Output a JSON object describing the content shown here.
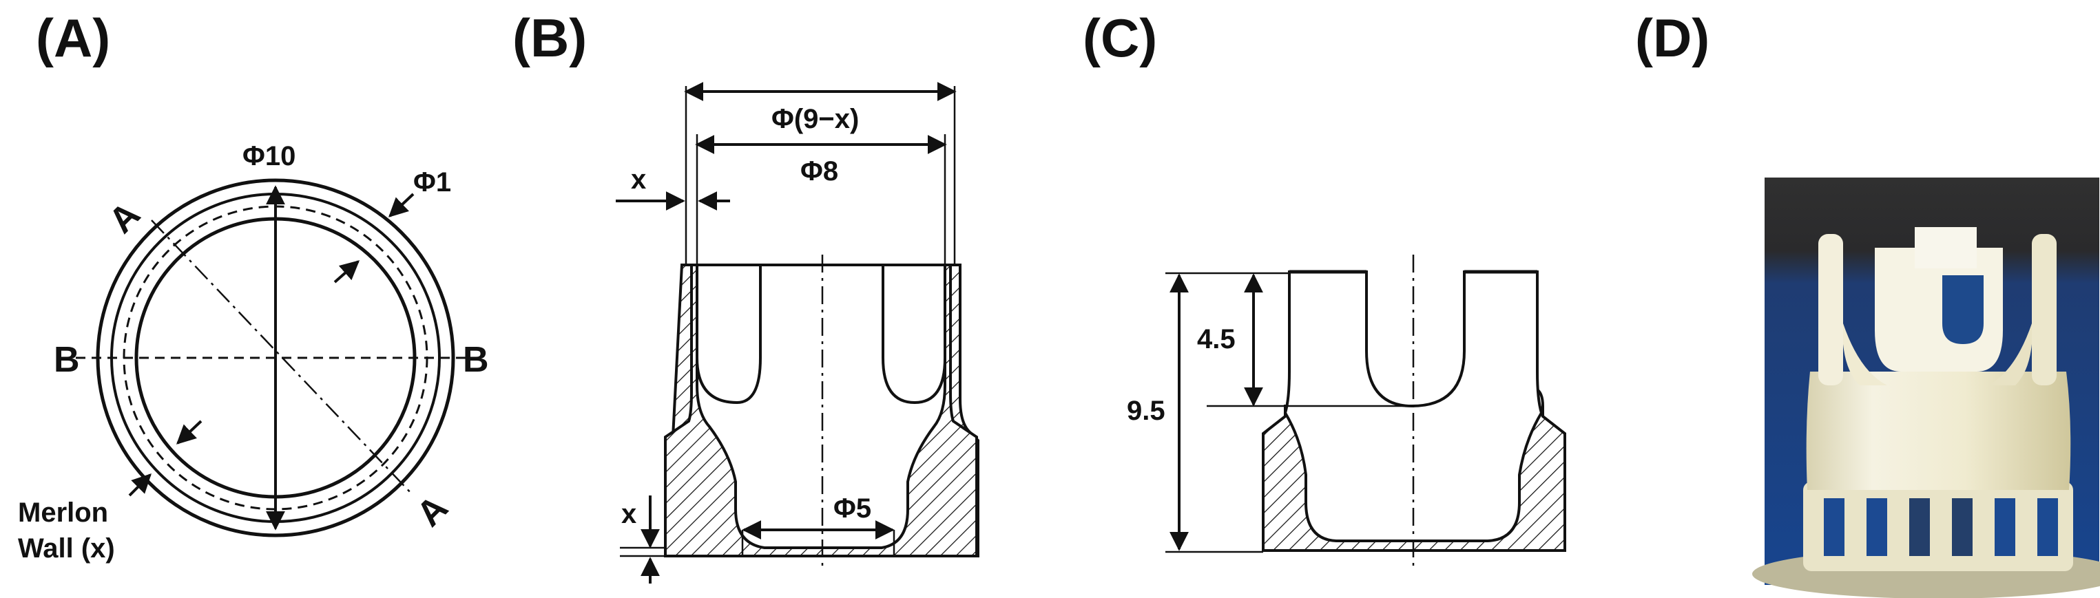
{
  "panels": {
    "a": {
      "label": "(A)",
      "dia_outer": "Φ10",
      "dia_inner": "Φ1",
      "section_a": "A",
      "section_b": "B",
      "merlon_line1": "Merlon",
      "merlon_line2": "Wall (x)"
    },
    "b": {
      "label": "(B)",
      "dia_top": "Φ(9−x)",
      "dia_mid": "Φ8",
      "wall_x": "x",
      "base_x": "x",
      "dia_base": "Φ5"
    },
    "c": {
      "label": "(C)",
      "dim_slot": "4.5",
      "dim_height": "9.5"
    },
    "d": {
      "label": "(D)"
    }
  },
  "colors": {
    "ink": "#111111",
    "photo_bg_top": "#2b2b2b",
    "photo_bg_bottom": "#1d4f9a",
    "part": "#f1eedb",
    "part_shadow": "#d9d3a8"
  }
}
